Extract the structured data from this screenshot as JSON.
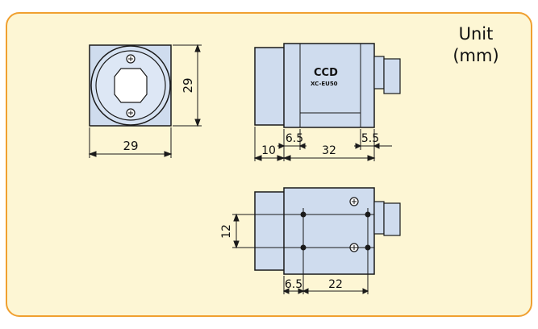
{
  "unit": {
    "line1": "Unit",
    "line2": "(mm)"
  },
  "front_view": {
    "width_label": "29",
    "height_label": "29"
  },
  "side_view": {
    "brand": "CCD",
    "model": "XC-EU50",
    "dim_lens": "10",
    "dim_front_step": "6.5",
    "dim_body": "32",
    "dim_rear_step": "5.5"
  },
  "bottom_view": {
    "dim_hole_spacing_v": "12",
    "dim_front_offset": "6.5",
    "dim_hole_spacing_h": "22"
  },
  "colors": {
    "panel_bg": "#fdf6d4",
    "panel_border": "#f0a030",
    "body_fill": "#cfdcee",
    "body_stroke": "#1a1a1a"
  }
}
